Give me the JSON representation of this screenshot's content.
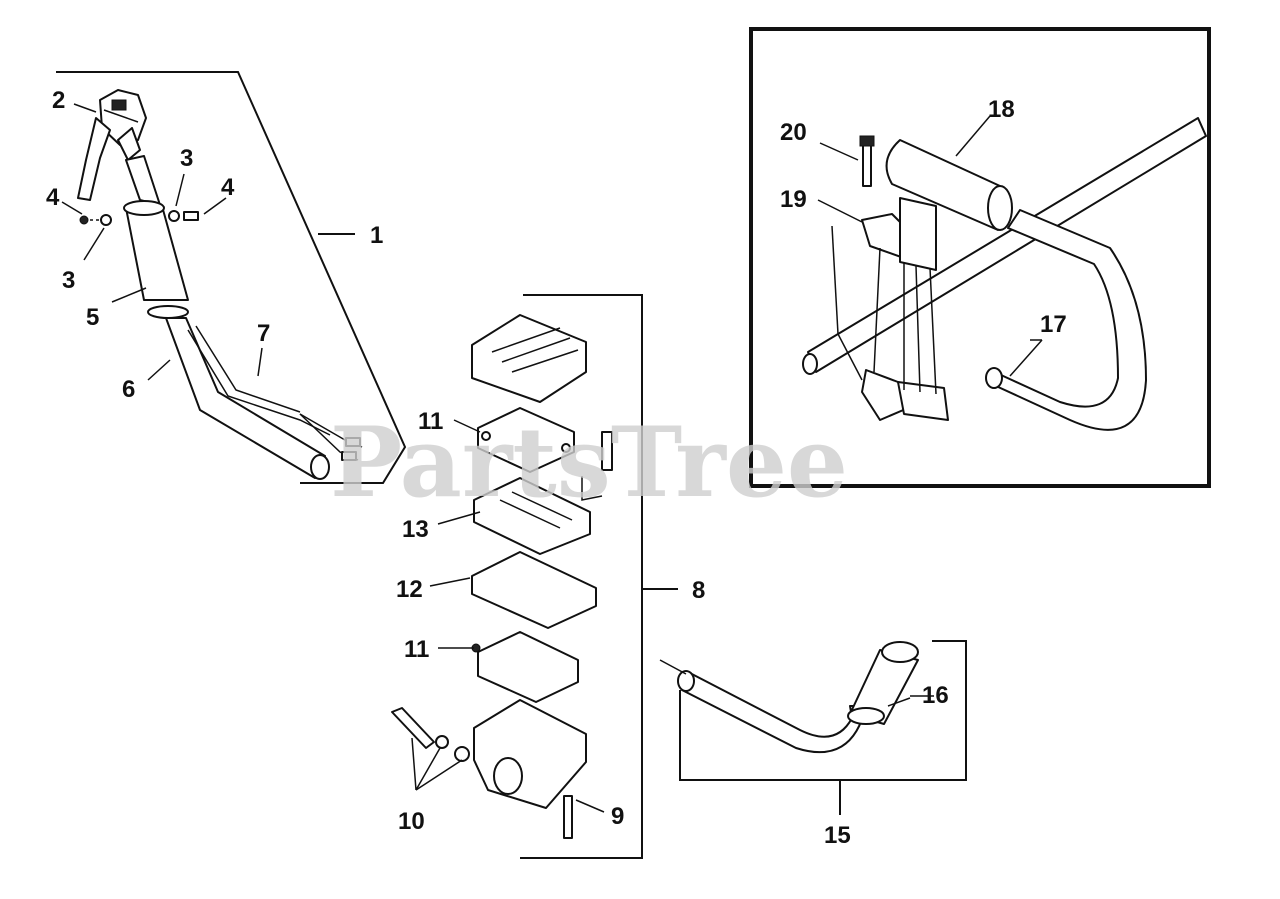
{
  "watermark": "PartsTree",
  "callouts": {
    "c1": "1",
    "c2": "2",
    "c3a": "3",
    "c3b": "3",
    "c4a": "4",
    "c4b": "4",
    "c5": "5",
    "c6": "6",
    "c7": "7",
    "c8": "8",
    "c9": "9",
    "c10": "10",
    "c11a": "11",
    "c11b": "11",
    "c12": "12",
    "c13": "13",
    "c15": "15",
    "c16": "16",
    "c17": "17",
    "c18": "18",
    "c19": "19",
    "c20": "20"
  }
}
